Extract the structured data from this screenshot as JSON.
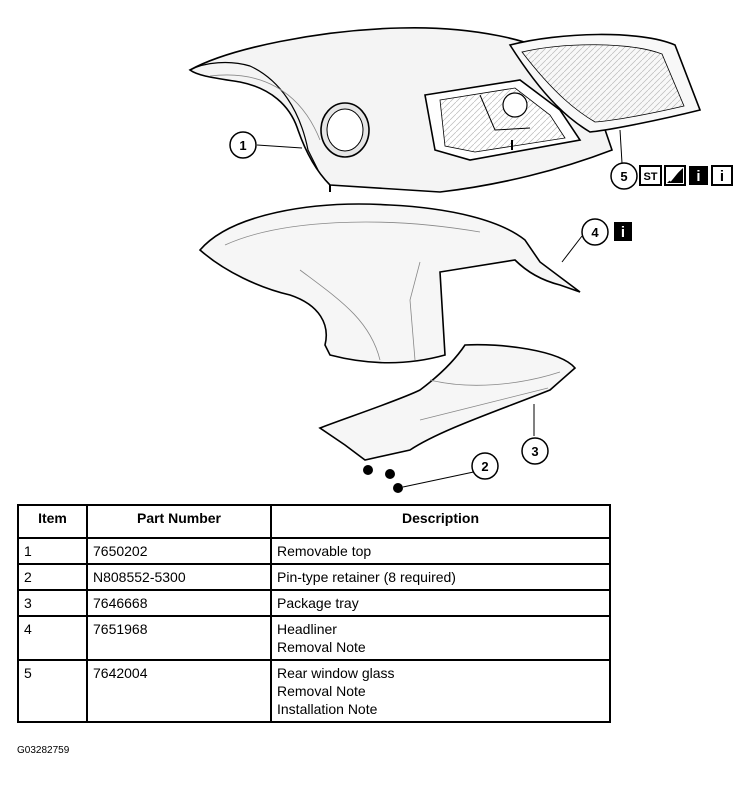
{
  "callouts": {
    "c1": "1",
    "c2": "2",
    "c3": "3",
    "c4": "4",
    "c5": "5"
  },
  "icons": {
    "st": "ST",
    "info": "i",
    "c5_icons": [
      "special-tool-icon",
      "lubricant-icon",
      "info-icon",
      "info-icon"
    ],
    "c4_icons": [
      "info-icon"
    ]
  },
  "table": {
    "headers": {
      "item": "Item",
      "part": "Part Number",
      "desc": "Description"
    },
    "rows": [
      {
        "item": "1",
        "part": "7650202",
        "desc": [
          "Removable top"
        ]
      },
      {
        "item": "2",
        "part": "N808552-5300",
        "desc": [
          "Pin-type retainer (8 required)"
        ]
      },
      {
        "item": "3",
        "part": "7646668",
        "desc": [
          "Package tray"
        ]
      },
      {
        "item": "4",
        "part": "7651968",
        "desc": [
          "Headliner",
          "Removal Note"
        ]
      },
      {
        "item": "5",
        "part": "7642004",
        "desc": [
          "Rear window glass",
          "Removal Note",
          "Installation Note"
        ]
      }
    ]
  },
  "figure_id": "G03282759"
}
